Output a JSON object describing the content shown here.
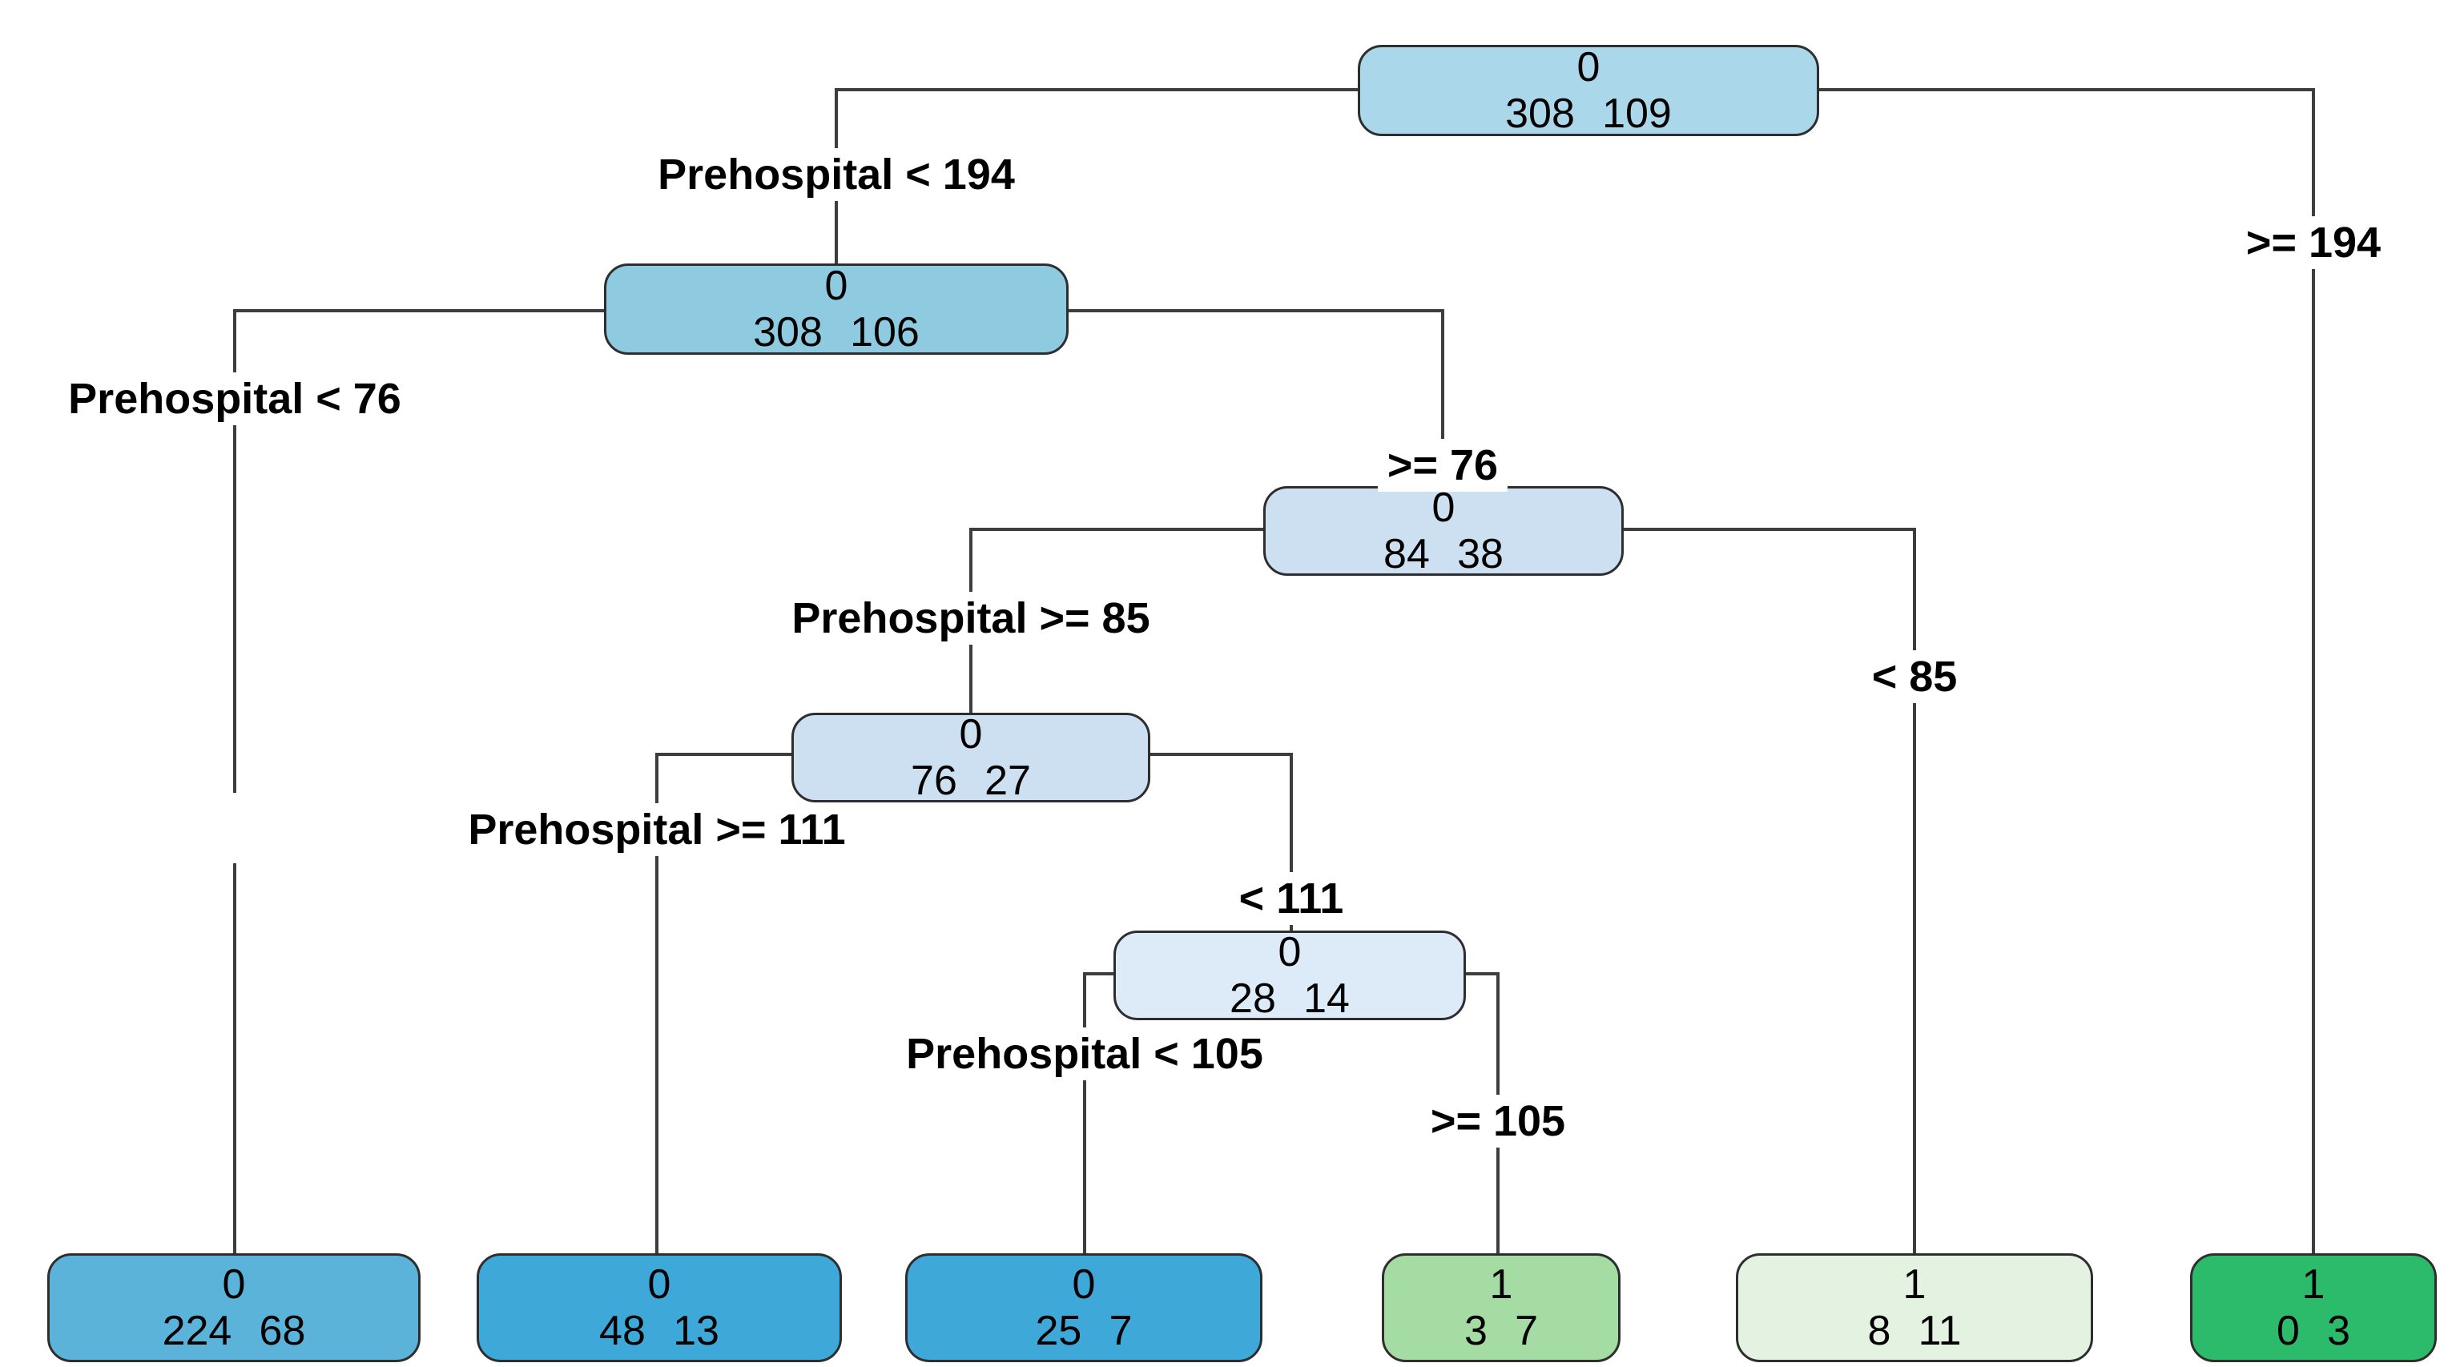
{
  "diagram": {
    "type": "decision-tree",
    "background_color": "#ffffff",
    "branch_line_color": "#3d3d3d",
    "node_border_color": "#2e2e2e",
    "text_color": "#000000",
    "split_variable": "Prehospital",
    "branch_labels": [
      "Prehospital < 194",
      ">= 194",
      "Prehospital < 76",
      ">= 76",
      "Prehospital >= 85",
      "< 85",
      "Prehospital >= 111",
      "< 111",
      "Prehospital < 105",
      ">= 105"
    ],
    "nodes": [
      {
        "id": "root",
        "class_label": "0",
        "counts": "308 109",
        "fill": "#abd7ea"
      },
      {
        "id": "internal-prehospital-lt-194",
        "class_label": "0",
        "counts": "308 106",
        "fill": "#8ecbe1"
      },
      {
        "id": "internal-prehospital-ge-76",
        "class_label": "0",
        "counts": "84 38",
        "fill": "#cce0f1"
      },
      {
        "id": "internal-prehospital-ge-85",
        "class_label": "0",
        "counts": "76 27",
        "fill": "#cce0f1"
      },
      {
        "id": "internal-prehospital-lt-111",
        "class_label": "0",
        "counts": "28 14",
        "fill": "#dcebf7"
      },
      {
        "id": "leaf-prehospital-lt-76",
        "class_label": "0",
        "counts": "224 68",
        "fill": "#5cb3da"
      },
      {
        "id": "leaf-prehospital-ge-111",
        "class_label": "0",
        "counts": "48 13",
        "fill": "#3ea9d9"
      },
      {
        "id": "leaf-prehospital-lt-105",
        "class_label": "0",
        "counts": "25 7",
        "fill": "#3ea9d9"
      },
      {
        "id": "leaf-prehospital-ge-105",
        "class_label": "1",
        "counts": "3 7",
        "fill": "#a5dca3"
      },
      {
        "id": "leaf-prehospital-lt-85",
        "class_label": "1",
        "counts": "8 11",
        "fill": "#e4f3e1"
      },
      {
        "id": "leaf-prehospital-ge-194",
        "class_label": "1",
        "counts": "0 3",
        "fill": "#2bbb6b"
      }
    ]
  }
}
